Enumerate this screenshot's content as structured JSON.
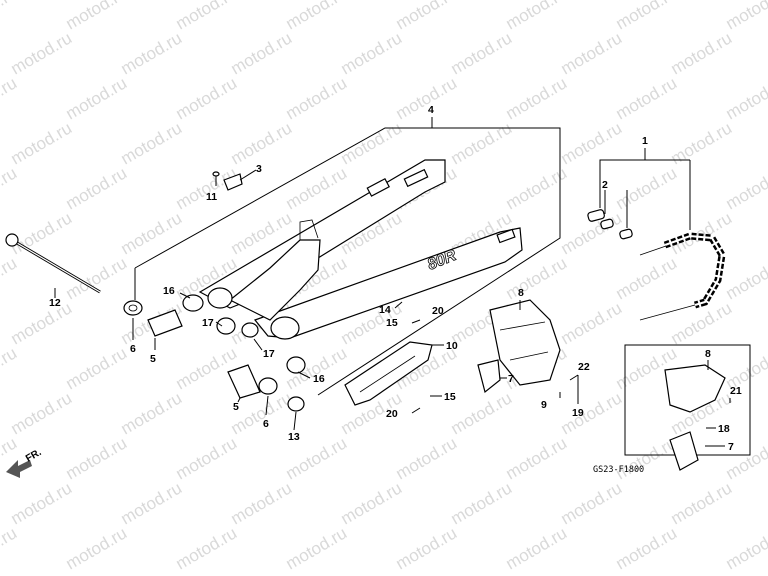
{
  "watermark": "motod.ru",
  "diagram_code": "GS23-F1800",
  "direction_label": "FR.",
  "callouts": {
    "c1": "1",
    "c2": "2",
    "c3": "3",
    "c4": "4",
    "c5a": "5",
    "c5b": "5",
    "c6a": "6",
    "c6b": "6",
    "c7a": "7",
    "c7b": "7",
    "c8a": "8",
    "c8b": "8",
    "c9": "9",
    "c10": "10",
    "c11": "11",
    "c12": "12",
    "c13": "13",
    "c14": "14",
    "c15a": "15",
    "c15b": "15",
    "c16a": "16",
    "c16b": "16",
    "c17a": "17",
    "c17b": "17",
    "c18": "18",
    "c19": "19",
    "c20a": "20",
    "c20b": "20",
    "c21": "21",
    "c22": "22"
  },
  "swingarm_marking": "80R"
}
